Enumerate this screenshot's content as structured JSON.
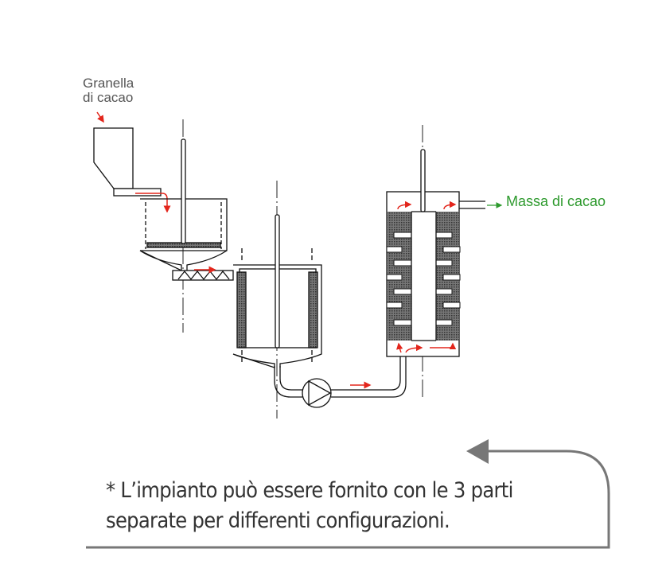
{
  "labels": {
    "input_line1": "Granella",
    "input_line2": "di cacao",
    "output": "Massa di cacao"
  },
  "note": {
    "line1": "* L’impianto può essere fornito con le 3 parti",
    "line2": "separate per differenti configurazioni."
  },
  "colors": {
    "flow_arrow": "#e3261c",
    "output_label": "#2e9a2e",
    "callout": "#777777"
  }
}
